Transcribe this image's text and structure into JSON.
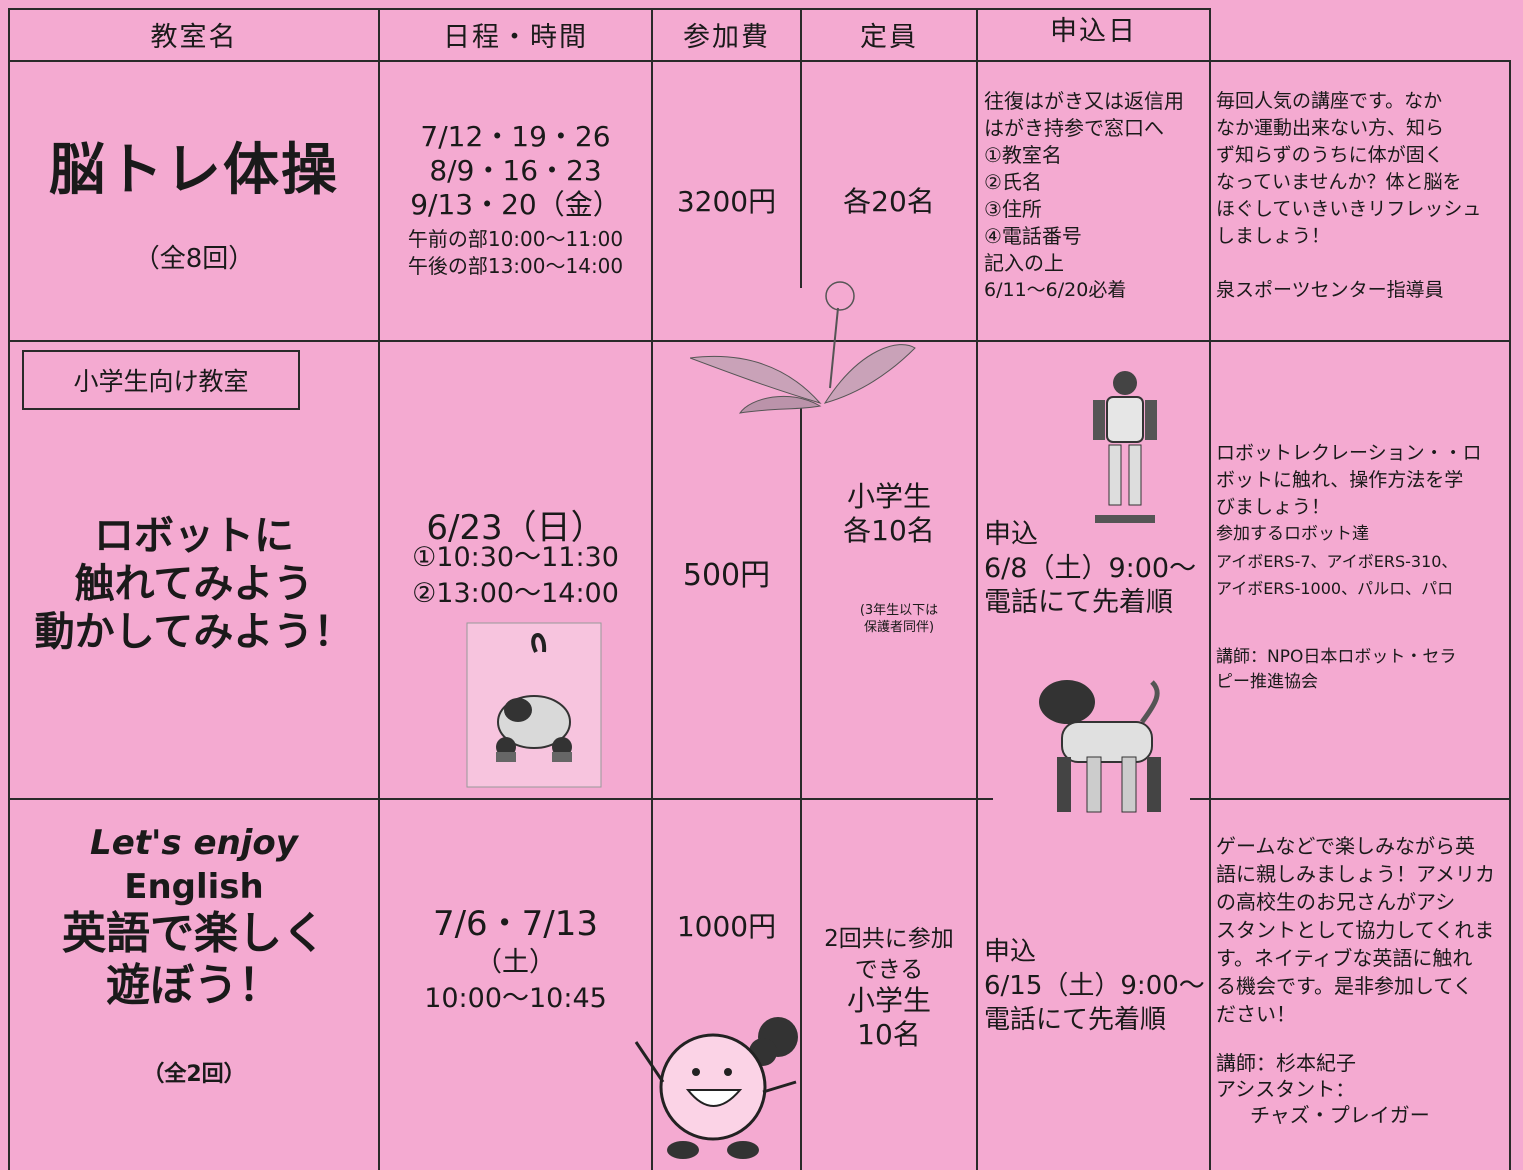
{
  "header": {
    "classroom": "教室名",
    "schedule": "日程・時間",
    "fee": "参加費",
    "capacity": "定員",
    "apply": "申込日"
  },
  "rows": [
    {
      "title": "脳トレ体操",
      "count": "（全8回）",
      "schedule": [
        "7/12・19・26",
        "8/9・16・23",
        "9/13・20（金）"
      ],
      "times": [
        "午前の部10:00～11:00",
        "午後の部13:00～14:00"
      ],
      "fee": "3200円",
      "capacity": "各20名",
      "apply": [
        "往復はがき又は返信用",
        "はがき持参で窓口へ",
        "①教室名",
        "②氏名",
        "③住所",
        "④電話番号",
        "記入の上",
        "6/11～6/20必着"
      ],
      "note": [
        "毎回人気の講座です。なか",
        "なか運動出来ない方、知ら",
        "ず知らずのうちに体が固く",
        "なっていませんか？体と脳を",
        "ほぐしていきいきリフレッシュ",
        "しましょう！",
        "",
        "泉スポーツセンター指導員"
      ]
    },
    {
      "tag": "小学生向け教室",
      "title": [
        "ロボットに",
        "触れてみよう",
        "動かしてみよう！"
      ],
      "date": "6/23（日）",
      "times": [
        "①10:30～11:30",
        "②13:00～14:00"
      ],
      "fee": "500円",
      "capacity": [
        "小学生",
        "各10名"
      ],
      "capacity_note": [
        "(3年生以下は",
        "保護者同伴)"
      ],
      "apply": [
        "申込",
        "6/8（土）9:00～",
        "電話にて先着順"
      ],
      "note": [
        "ロボットレクレーション・・ロ",
        "ボットに触れ、操作方法を学",
        "びましょう！",
        "参加するロボット達",
        "アイボERS-7、アイボERS-310、",
        "アイボERS-1000、パルロ、パロ"
      ],
      "instructor": [
        "講師：NPO日本ロボット・セラ",
        "ピー推進協会"
      ]
    },
    {
      "title": [
        "Let's enjoy",
        "English",
        "英語で楽しく",
        "遊ぼう！"
      ],
      "count": "（全2回）",
      "date": "7/6・7/13",
      "day": "（土）",
      "time": "10:00～10:45",
      "fee": "1000円",
      "capacity": [
        "2回共に参加",
        "できる",
        "小学生",
        "10名"
      ],
      "apply": [
        "申込",
        "6/15（土）9:00～",
        "電話にて先着順"
      ],
      "note": [
        "ゲームなどで楽しみながら英",
        "語に親しみましょう！アメリカ",
        "の高校生のお兄さんがアシ",
        "スタントとして協力してくれま",
        "す。ネイティブな英語に触れ",
        "る機会です。是非参加してく",
        "ださい！"
      ],
      "instructor": [
        "講師：杉本紀子",
        "アシスタント：",
        "チャズ・プレイガー"
      ]
    }
  ]
}
